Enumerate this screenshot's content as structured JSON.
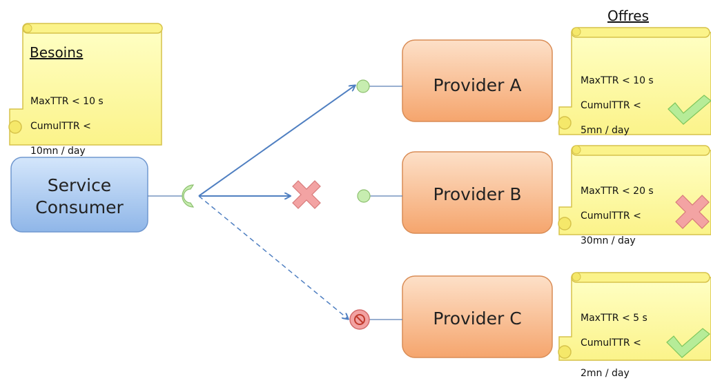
{
  "title": "Offres",
  "needs": {
    "heading": "Besoins",
    "line1": "MaxTTR < 10 s",
    "line2": "CumulTTR <",
    "line3": "10mn / day"
  },
  "consumer": {
    "line1": "Service",
    "line2": "Consumer"
  },
  "providers": [
    {
      "label": "Provider A",
      "offer_line1": "MaxTTR < 10 s",
      "offer_line2": "CumulTTR <",
      "offer_line3": "5mn / day",
      "status": "accepted"
    },
    {
      "label": "Provider B",
      "offer_line1": "MaxTTR < 20 s",
      "offer_line2": "CumulTTR <",
      "offer_line3": "30mn / day",
      "status": "rejected"
    },
    {
      "label": "Provider C",
      "offer_line1": "MaxTTR < 5 s",
      "offer_line2": "CumulTTR <",
      "offer_line3": "2mn / day",
      "status": "accepted"
    }
  ],
  "icons": {
    "accepted": "check-icon",
    "rejected": "cross-icon",
    "blocked": "no-entry-icon",
    "required_interface": "socket-icon",
    "provided_interface": "lollipop-icon"
  },
  "colors": {
    "consumer_fill": "#a9c8ee",
    "provider_fill": "#f9b98a",
    "note_fill": "#ffffa0",
    "arrow": "#4f7fc1",
    "check": "#9be07c",
    "cross": "#ef8a8a",
    "lollipop": "#c7edb0"
  }
}
